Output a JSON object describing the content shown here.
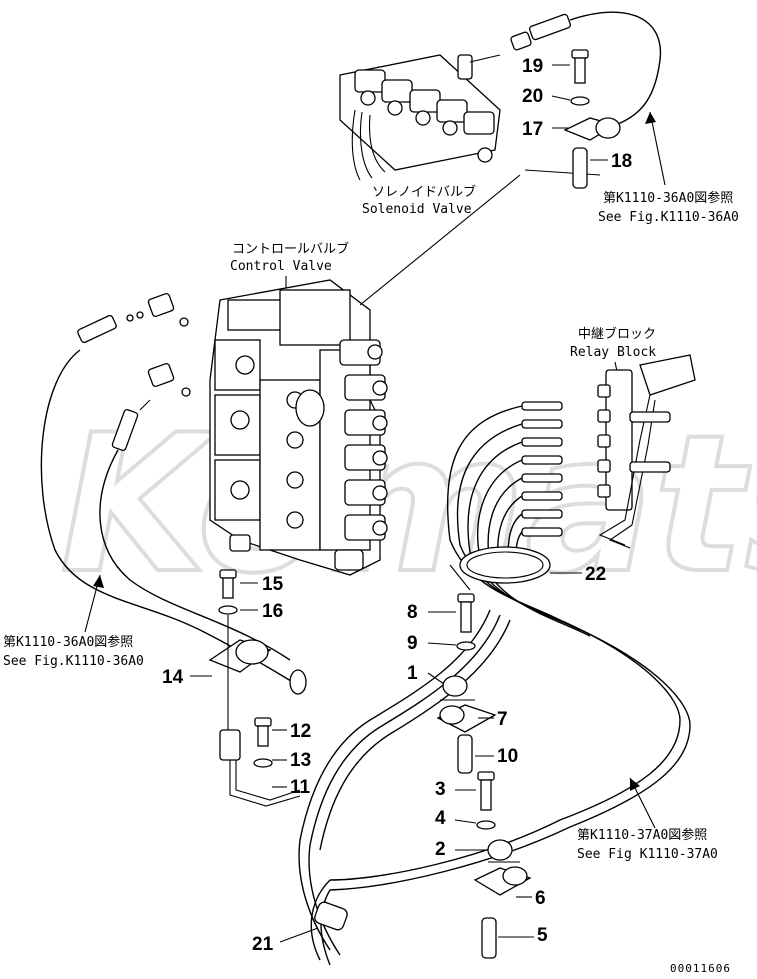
{
  "watermark": "Komatsu",
  "labels": {
    "solenoid_valve_jp": "ソレノイドバルブ",
    "solenoid_valve_en": "Solenoid Valve",
    "control_valve_jp": "コントロールバルブ",
    "control_valve_en": "Control Valve",
    "relay_block_jp": "中継ブロック",
    "relay_block_en": "Relay Block",
    "ref_36a0_top_jp": "第K1110-36A0図参照",
    "ref_36a0_top_en": "See Fig.K1110-36A0",
    "ref_36a0_left_jp": "第K1110-36A0図参照",
    "ref_36a0_left_en": "See Fig.K1110-36A0",
    "ref_37a0_jp": "第K1110-37A0図参照",
    "ref_37a0_en": "See Fig K1110-37A0"
  },
  "part_numbers": {
    "p1": "1",
    "p2": "2",
    "p3": "3",
    "p4": "4",
    "p5": "5",
    "p6": "6",
    "p7": "7",
    "p8": "8",
    "p9": "9",
    "p10": "10",
    "p11": "11",
    "p12": "12",
    "p13": "13",
    "p14": "14",
    "p15": "15",
    "p16": "16",
    "p17": "17",
    "p18": "18",
    "p19": "19",
    "p20": "20",
    "p21": "21",
    "p22": "22"
  },
  "drawing_code": "00011606"
}
